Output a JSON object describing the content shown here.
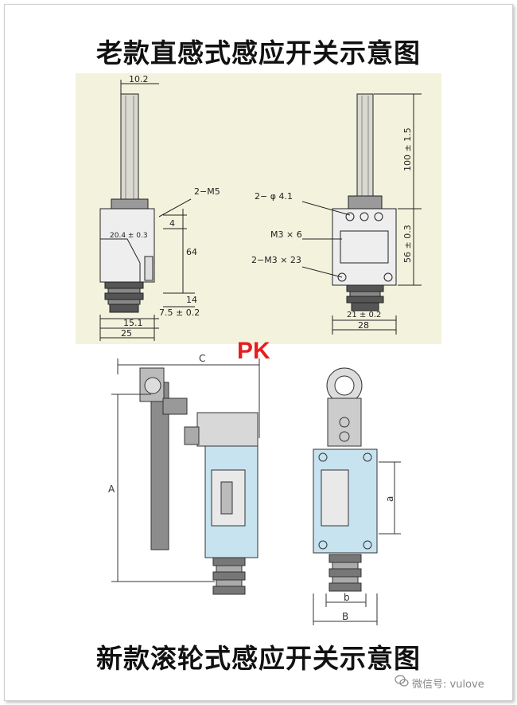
{
  "title_top": "老款直感式感应开关示意图",
  "title_bottom": "新款滚轮式感应开关示意图",
  "brand": "PK",
  "watermark": "微信号: vulove",
  "old_dims": {
    "d_10_2": "10.2",
    "d_2m5": "2−M5",
    "d_4": "4",
    "d_20": "20.4 ± 0.3",
    "d_64": "64",
    "d_14": "14",
    "d_75": "7.5 ± 0.2",
    "d_151": "15.1",
    "d_25": "25",
    "d_phi": "2− φ 4.1",
    "d_m3x6": "M3 × 6",
    "d_2m3x23": "2−M3 × 23",
    "d_100": "100 ± 1.5",
    "d_56": "56 ± 0.3",
    "d_21": "21 ± 0.2",
    "d_28": "28"
  },
  "new_dims": {
    "A": "A",
    "C": "C",
    "a": "a",
    "b": "b",
    "B": "B"
  },
  "colors": {
    "panel": "#f3f3dd",
    "brand": "#e81e1e",
    "body_blue": "#c6e3ef"
  }
}
